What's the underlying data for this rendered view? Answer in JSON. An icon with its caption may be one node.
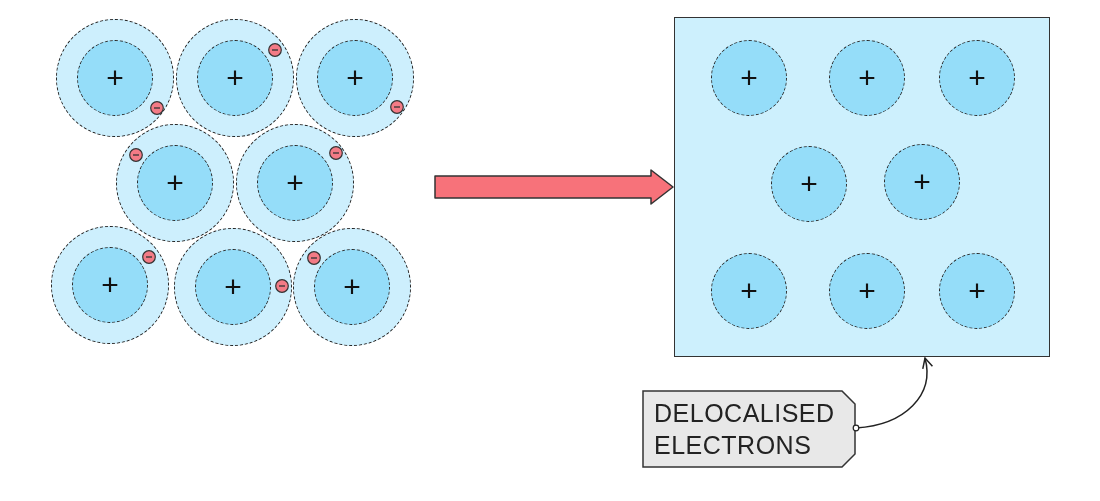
{
  "diagram": {
    "nodes": [
      {
        "text": [
          "+"
        ]
      },
      {
        "text": [
          "+"
        ]
      },
      {
        "text": [
          "+"
        ]
      },
      {
        "text": [
          "+"
        ]
      },
      {
        "text": [
          "+"
        ]
      },
      {
        "text": [
          "+"
        ]
      },
      {
        "text": [
          "+"
        ]
      },
      {
        "text": [
          "+"
        ]
      },
      {
        "text": [],
        "shape": "box"
      },
      {
        "text": [
          "+"
        ],
        "in": 8
      },
      {
        "text": [
          "+"
        ],
        "in": 8
      },
      {
        "text": [
          "+"
        ],
        "in": 8
      },
      {
        "text": [
          "+"
        ],
        "in": 8
      },
      {
        "text": [
          "+"
        ],
        "in": 8
      },
      {
        "text": [
          "+"
        ],
        "in": 8
      },
      {
        "text": [
          "+"
        ],
        "in": 8
      },
      {
        "text": [
          "+"
        ],
        "in": 8
      },
      {
        "text": [
          "DELOCALISED ELECTRONS"
        ]
      }
    ],
    "edges": [
      {
        "from": null,
        "to": 8,
        "arrow": "to",
        "style": "thick",
        "color": "#f7727a"
      },
      {
        "from": 17,
        "to": 8,
        "arrow": "to"
      }
    ]
  }
}
